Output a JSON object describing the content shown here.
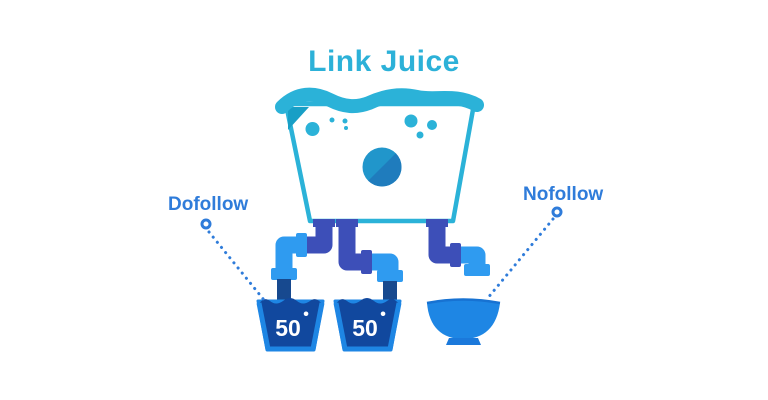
{
  "title": "Link Juice",
  "callouts": {
    "dofollow": {
      "label": "Dofollow"
    },
    "nofollow": {
      "label": "Nofollow"
    }
  },
  "buckets": [
    {
      "value": "50",
      "mark": "•"
    },
    {
      "value": "50",
      "mark": "•"
    }
  ],
  "icons": [
    "link-juice-tank-icon",
    "liquid-wave-icon",
    "bubble-icon",
    "juice-drop-circle-icon",
    "dofollow-pipe-left-icon",
    "dofollow-pipe-right-icon",
    "nofollow-pipe-icon",
    "dofollow-bucket-icon",
    "nofollow-bowl-icon",
    "callout-marker-icon",
    "dotted-pointer-line-icon"
  ],
  "colors": {
    "title_teal": "#2CB1D8",
    "tank_teal": "#2BB2D8",
    "tank_fold_teal": "#189FC6",
    "drop_circle": "#2196CB",
    "drop_circle_shade": "#1F7CBD",
    "pipe_indigo": "#3D4FB8",
    "pipe_light_blue": "#2F9BF0",
    "pipe_navy": "#17498F",
    "bucket_rim": "#1E86E4",
    "bucket_liquid": "#11489E",
    "bowl_blue": "#1E86E4",
    "bowl_foot": "#1B79DB",
    "bowl_rim_line": "#1772D2",
    "callout_blue": "#2F7CDA",
    "bucket_text": "#FFFFFF",
    "background": "#FFFFFF"
  }
}
